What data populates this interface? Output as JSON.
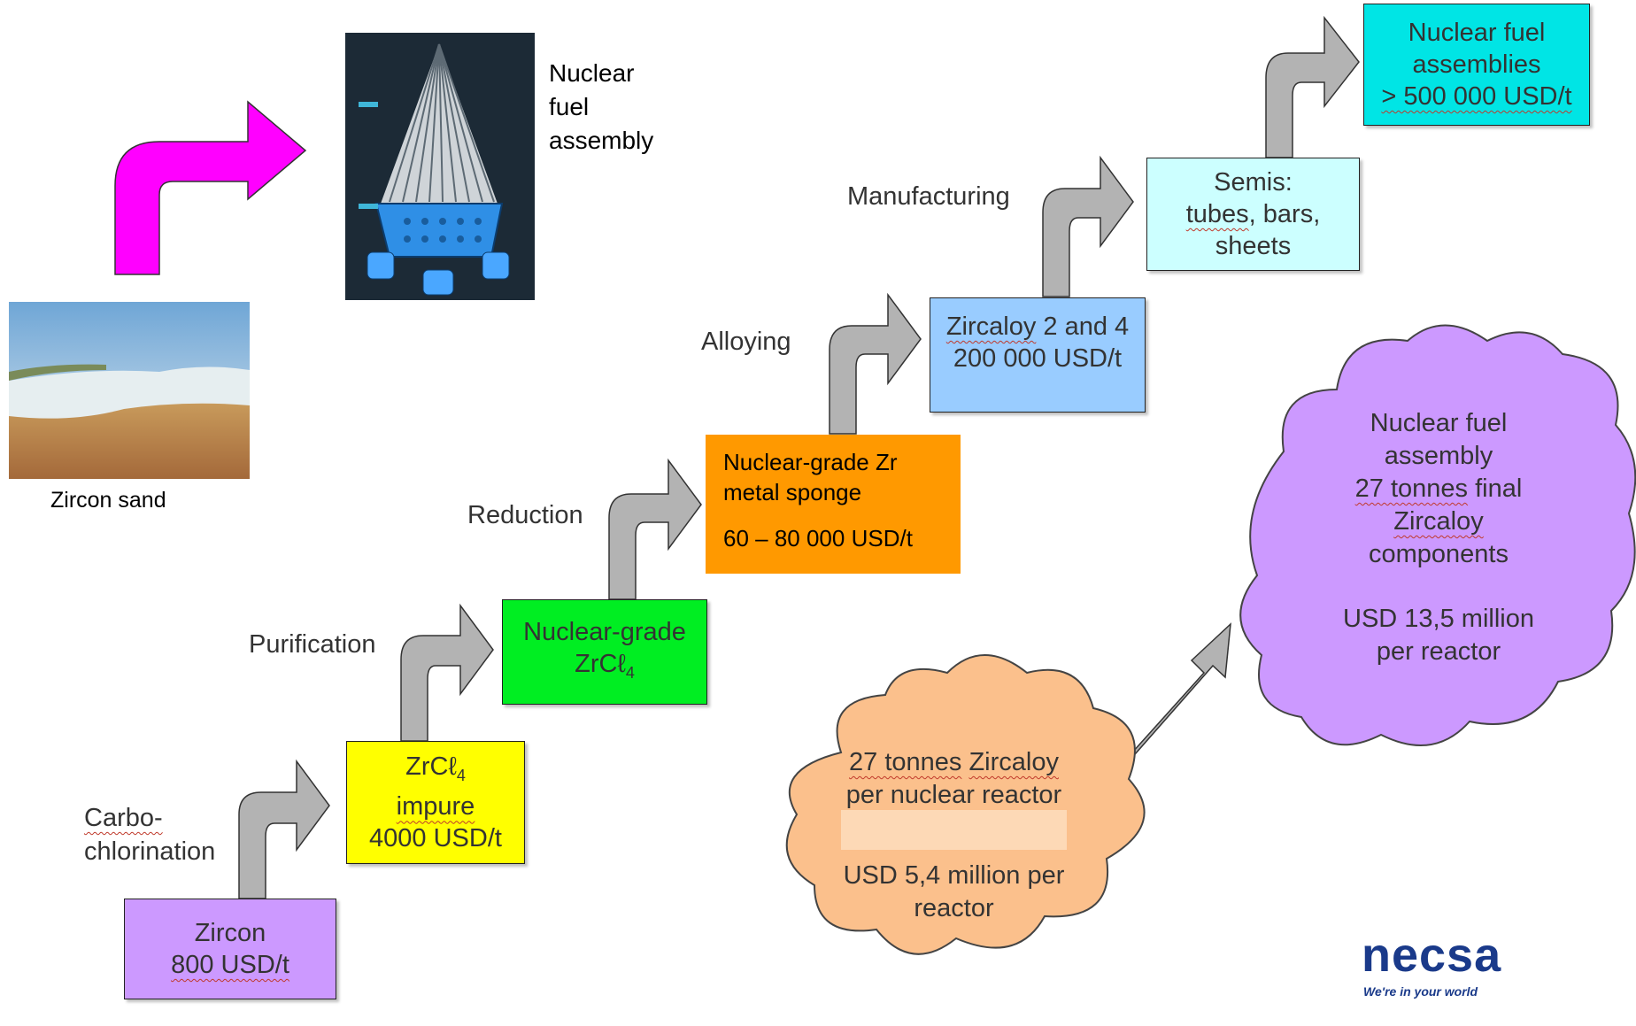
{
  "captions": {
    "fuel_assembly": [
      "Nuclear",
      "fuel",
      "assembly"
    ],
    "zircon_sand": "Zircon sand"
  },
  "steps": {
    "carbochlorination": [
      "Carbo-",
      "chlorination"
    ],
    "purification": "Purification",
    "reduction": "Reduction",
    "alloying": "Alloying",
    "manufacturing": "Manufacturing"
  },
  "boxes": {
    "zircon": {
      "line1": "Zircon",
      "line2": "800 USD/t",
      "color": "#cc99ff"
    },
    "zrcl4_impure": {
      "line1": "ZrCℓ",
      "sub": "4",
      "line2": "impure",
      "line3": "4000 USD/t",
      "color": "#ffff00"
    },
    "nuclear_grade_zrcl4": {
      "line1": "Nuclear-grade",
      "line2": "ZrCℓ",
      "sub": "4",
      "color": "#00ee22"
    },
    "zr_sponge": {
      "line1": "Nuclear-grade Zr",
      "line2": "metal sponge",
      "line3": "60 – 80 000 USD/t",
      "color": "#ff9900"
    },
    "zircaloy": {
      "line1": "Zircaloy 2 and 4",
      "line2": "200 000 USD/t",
      "color": "#99ccff"
    },
    "semis": {
      "line1": "Semis:",
      "line2": "tubes, bars,",
      "line3": "sheets",
      "color": "#ccffff"
    },
    "fuel_assemblies": {
      "line1": "Nuclear fuel",
      "line2": "assemblies",
      "line3": "> 500 000 USD/t",
      "color": "#00e5e5"
    }
  },
  "clouds": {
    "orange": {
      "lines": [
        "27 tonnes Zircaloy",
        "per nuclear reactor",
        "USD 5,4 million per",
        "reactor"
      ],
      "color": "#fbc08c"
    },
    "purple": {
      "lines": [
        "Nuclear fuel",
        "assembly",
        "27 tonnes final",
        "Zircaloy",
        "components",
        "USD 13,5 million",
        "per reactor"
      ],
      "color": "#cc99ff"
    }
  },
  "logo": {
    "name": "necsa",
    "tagline": "We're in your world",
    "color": "#1a3a8a"
  },
  "colors": {
    "arrow_gray": "#b3b3b3",
    "magenta_arrow": "#ff00ff"
  }
}
